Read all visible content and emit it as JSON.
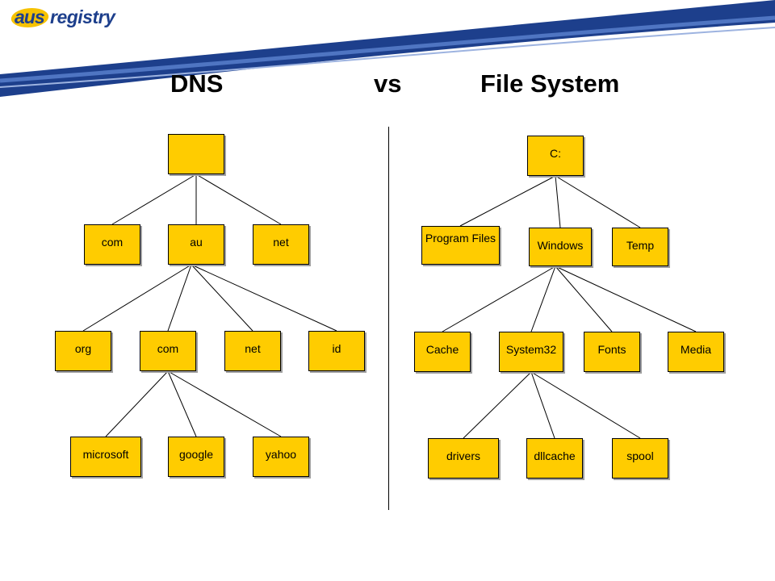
{
  "brand": {
    "logo_prefix": "aus",
    "logo_suffix": "registry"
  },
  "title": {
    "left": "DNS",
    "middle": "vs",
    "right": "File System"
  },
  "colors": {
    "node_fill": "#ffcc00",
    "brand_blue": "#1d3f8c",
    "brand_gold": "#f6c200"
  },
  "dns_tree": {
    "root": {
      "label": ""
    },
    "level1": [
      {
        "label": "com"
      },
      {
        "label": "au"
      },
      {
        "label": "net"
      }
    ],
    "level2": [
      {
        "label": "org"
      },
      {
        "label": "com"
      },
      {
        "label": "net"
      },
      {
        "label": "id"
      }
    ],
    "level3": [
      {
        "label": "microsoft"
      },
      {
        "label": "google"
      },
      {
        "label": "yahoo"
      }
    ]
  },
  "fs_tree": {
    "root": {
      "label": "C:"
    },
    "level1": [
      {
        "label": "Program Files"
      },
      {
        "label": "Windows"
      },
      {
        "label": "Temp"
      }
    ],
    "level2": [
      {
        "label": "Cache"
      },
      {
        "label": "System32"
      },
      {
        "label": "Fonts"
      },
      {
        "label": "Media"
      }
    ],
    "level3": [
      {
        "label": "drivers"
      },
      {
        "label": "dllcache"
      },
      {
        "label": "spool"
      }
    ]
  }
}
